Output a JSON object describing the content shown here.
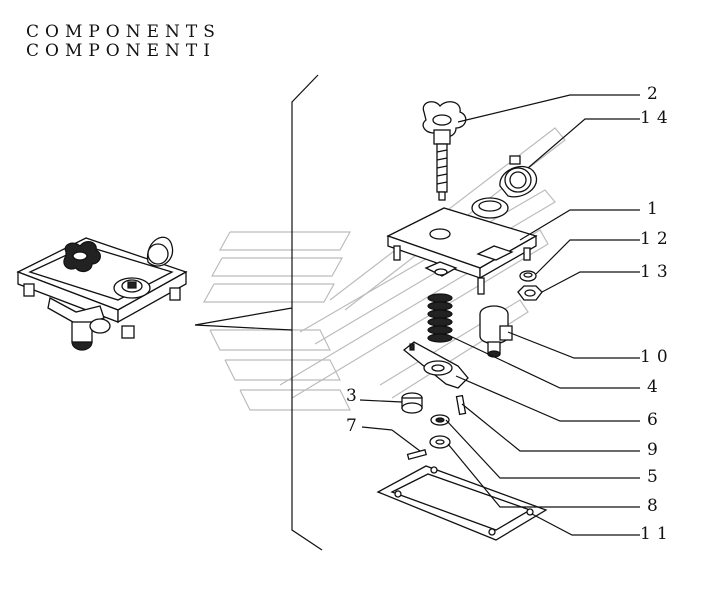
{
  "title": {
    "line1": "COMPONENTS",
    "line2": "COMPONENTI"
  },
  "callouts": [
    {
      "id": "c2",
      "label": "2"
    },
    {
      "id": "c14",
      "label": "14"
    },
    {
      "id": "c1",
      "label": "1"
    },
    {
      "id": "c12",
      "label": "12"
    },
    {
      "id": "c13",
      "label": "13"
    },
    {
      "id": "c10",
      "label": "10"
    },
    {
      "id": "c4",
      "label": "4"
    },
    {
      "id": "c6",
      "label": "6"
    },
    {
      "id": "c9",
      "label": "9"
    },
    {
      "id": "c5",
      "label": "5"
    },
    {
      "id": "c8",
      "label": "8"
    },
    {
      "id": "c11",
      "label": "11"
    },
    {
      "id": "c3",
      "label": "3"
    },
    {
      "id": "c7",
      "label": "7"
    }
  ]
}
